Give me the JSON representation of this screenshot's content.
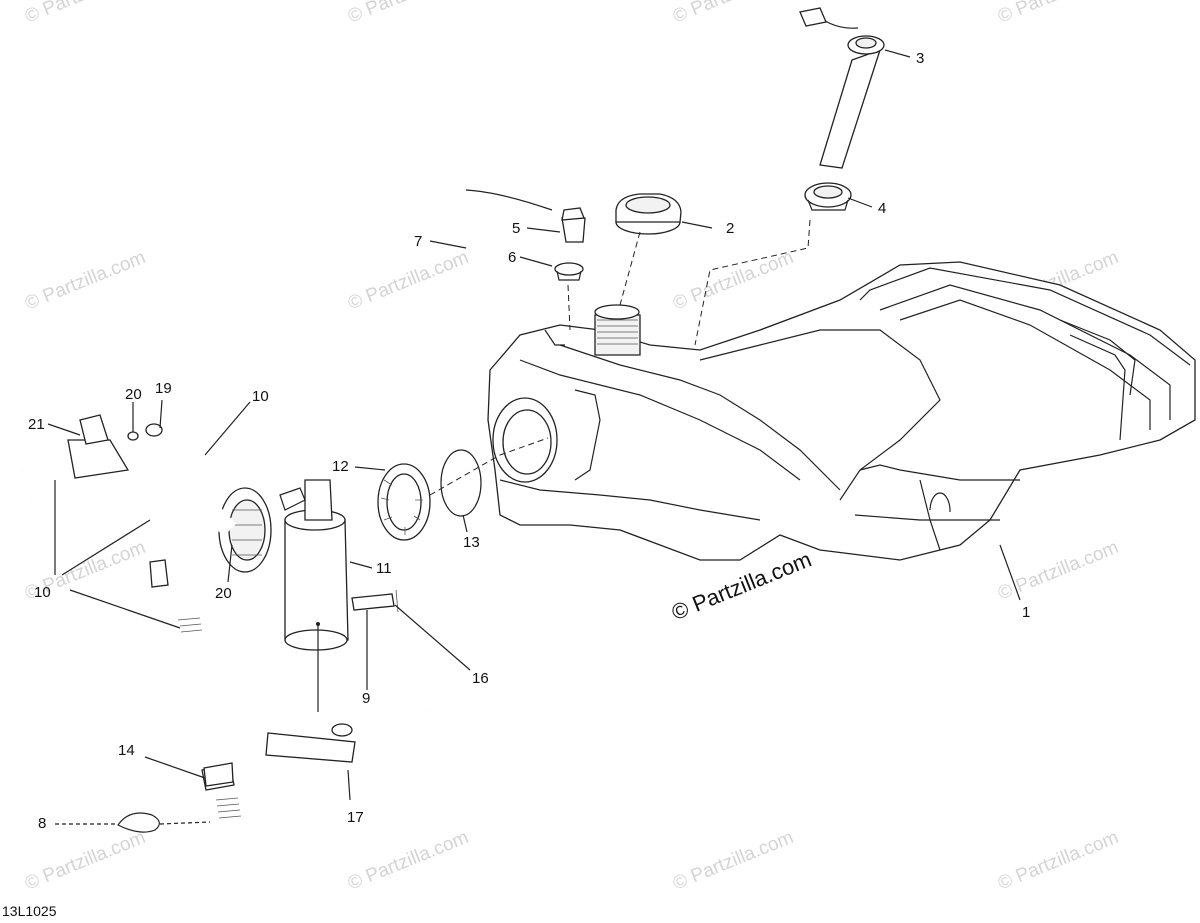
{
  "watermark": "© Partzilla.com",
  "center_watermark": "© Partzilla.com",
  "diagram_code": "13L1025",
  "callouts": [
    {
      "id": "c1",
      "label": "1"
    },
    {
      "id": "c2",
      "label": "2"
    },
    {
      "id": "c3",
      "label": "3"
    },
    {
      "id": "c4",
      "label": "4"
    },
    {
      "id": "c5",
      "label": "5"
    },
    {
      "id": "c6",
      "label": "6"
    },
    {
      "id": "c7",
      "label": "7"
    },
    {
      "id": "c8",
      "label": "8"
    },
    {
      "id": "c9",
      "label": "9"
    },
    {
      "id": "c10a",
      "label": "10"
    },
    {
      "id": "c10b",
      "label": "10"
    },
    {
      "id": "c11",
      "label": "11"
    },
    {
      "id": "c12",
      "label": "12"
    },
    {
      "id": "c13",
      "label": "13"
    },
    {
      "id": "c14",
      "label": "14"
    },
    {
      "id": "c16",
      "label": "16"
    },
    {
      "id": "c17",
      "label": "17"
    },
    {
      "id": "c19",
      "label": "19"
    },
    {
      "id": "c20a",
      "label": "20"
    },
    {
      "id": "c20b",
      "label": "20"
    },
    {
      "id": "c21",
      "label": "21"
    }
  ]
}
